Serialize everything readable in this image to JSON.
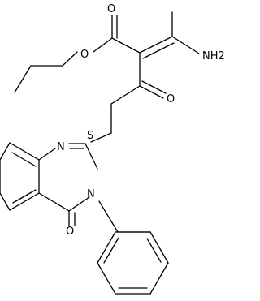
{
  "diagram": {
    "type": "chemical-structure",
    "atom_labels": {
      "ester_o_carbonyl": "O",
      "ester_o_ether": "O",
      "amine": "NH2",
      "ketone_o": "O",
      "sulfur": "S",
      "n1": "N",
      "n3": "N",
      "quin_o": "O"
    }
  }
}
